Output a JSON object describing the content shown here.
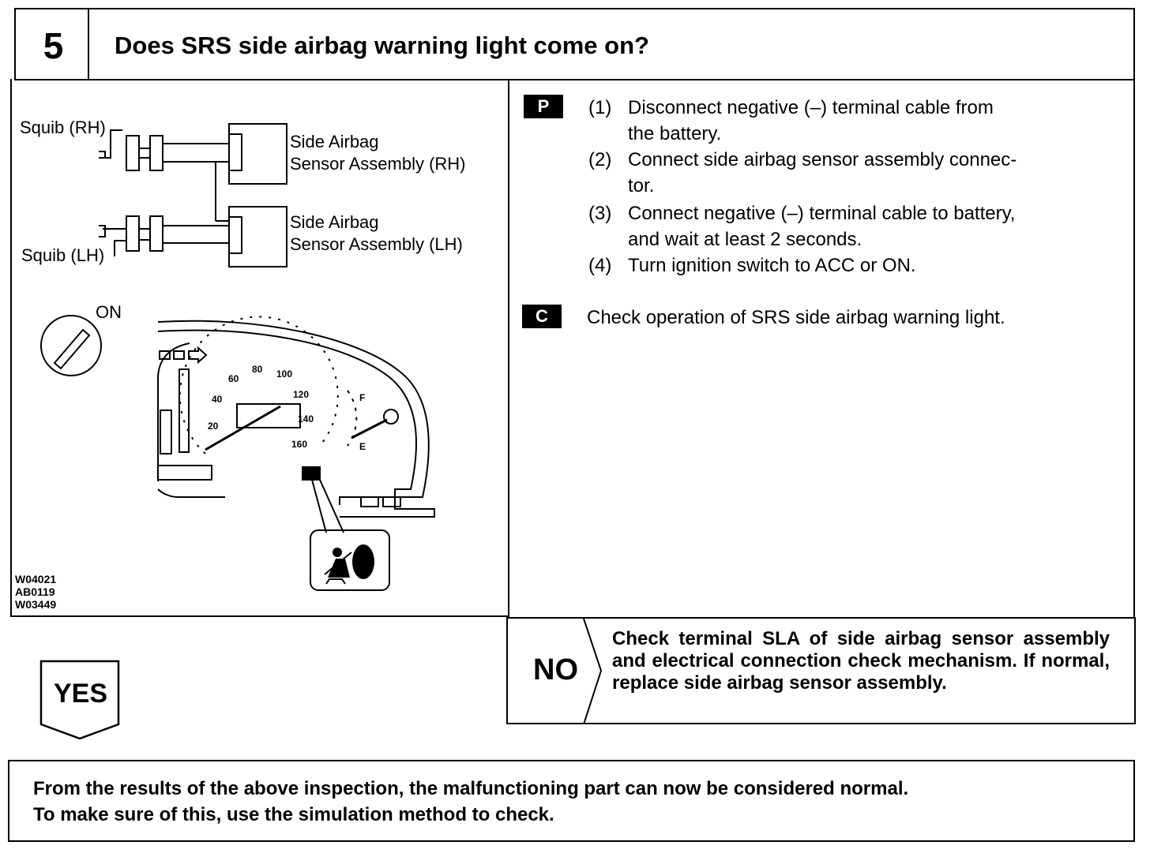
{
  "step": {
    "number": "5",
    "title": "Does SRS side airbag warning light come on?"
  },
  "figure": {
    "squib_rh": "Squib (RH)",
    "squib_lh": "Squib (LH)",
    "sensor_rh_line1": "Side Airbag",
    "sensor_rh_line2": "Sensor Assembly (RH)",
    "sensor_lh_line1": "Side Airbag",
    "sensor_lh_line2": "Sensor Assembly (LH)",
    "ignition_label": "ON",
    "speedo_ticks": [
      "20",
      "40",
      "60",
      "80",
      "100",
      "120",
      "140",
      "160"
    ],
    "fuel_full": "F",
    "fuel_empty": "E",
    "codes": [
      "W04021",
      "AB0119",
      "W03449"
    ]
  },
  "procedure": {
    "p_badge": "P",
    "c_badge": "C",
    "p_steps": [
      {
        "num": "(1)",
        "lines": [
          "Disconnect negative (–) terminal cable from",
          "the battery."
        ]
      },
      {
        "num": "(2)",
        "lines": [
          "Connect side airbag sensor assembly connec-",
          "tor."
        ]
      },
      {
        "num": "(3)",
        "lines": [
          "Connect negative (–) terminal cable to battery,",
          "and wait at least 2 seconds."
        ]
      },
      {
        "num": "(4)",
        "lines": [
          "Turn ignition switch to ACC or ON."
        ]
      }
    ],
    "c_step": "Check operation of SRS side airbag warning light."
  },
  "result_no": {
    "label": "NO",
    "text": "Check terminal SLA of side airbag sensor assembly and electrical connection check mechanism. If normal, replace side airbag sensor assembly."
  },
  "result_yes": {
    "label": "YES"
  },
  "conclusion": {
    "line1": "From the results of the above inspection, the malfunctioning part can now be considered normal.",
    "line2": "To make sure of this, use the simulation method to check."
  }
}
